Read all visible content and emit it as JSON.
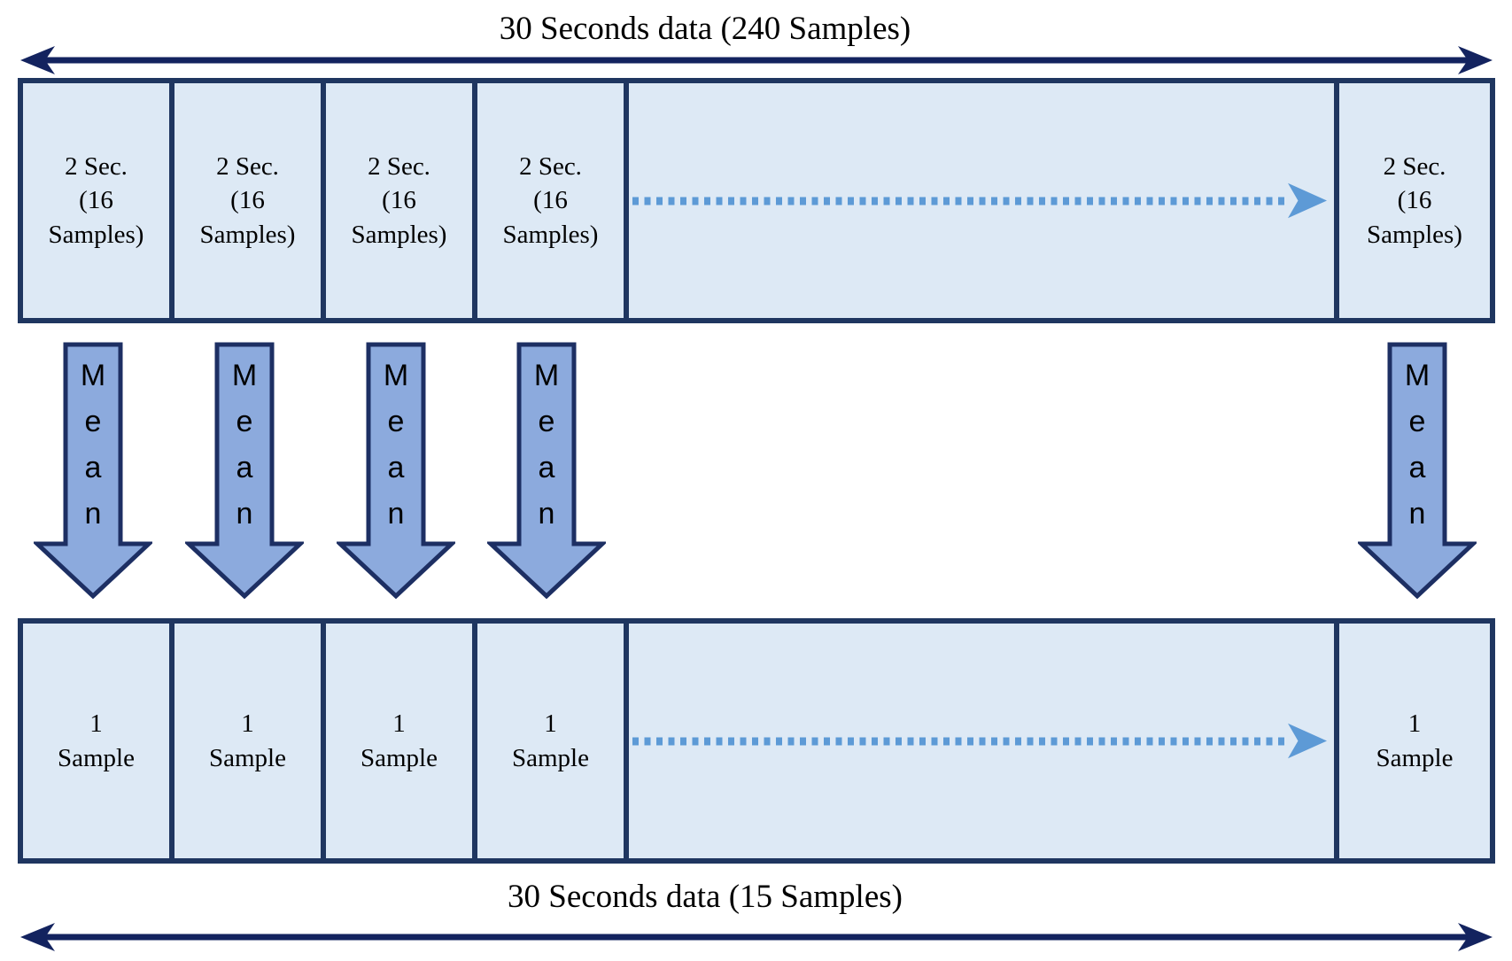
{
  "diagram": {
    "top_axis_label": "30 Seconds data (240 Samples)",
    "bottom_axis_label": "30 Seconds data (15 Samples)",
    "top_row": {
      "cells": [
        "2 Sec.\n(16\nSamples)",
        "2 Sec.\n(16\nSamples)",
        "2 Sec.\n(16\nSamples)",
        "2 Sec.\n(16\nSamples)",
        "2 Sec.\n(16\nSamples)"
      ]
    },
    "bottom_row": {
      "cells": [
        "1\nSample",
        "1\nSample",
        "1\nSample",
        "1\nSample",
        "1\nSample"
      ]
    },
    "mean_arrows": {
      "label": "Mean",
      "display": [
        "M\ne\na\nn",
        "M\ne\na\nn",
        "M\ne\na\nn",
        "M\ne\na\nn",
        "M\ne\na\nn"
      ]
    }
  },
  "colors": {
    "box_fill": "#dde9f5",
    "box_border": "#1f3660",
    "span_arrow": "#13235f",
    "block_arrow_fill": "#8caadd",
    "block_arrow_border": "#1d2f63",
    "dotted_blue": "#5d9ad6",
    "text_color": "#000000",
    "bg": "#ffffff"
  }
}
